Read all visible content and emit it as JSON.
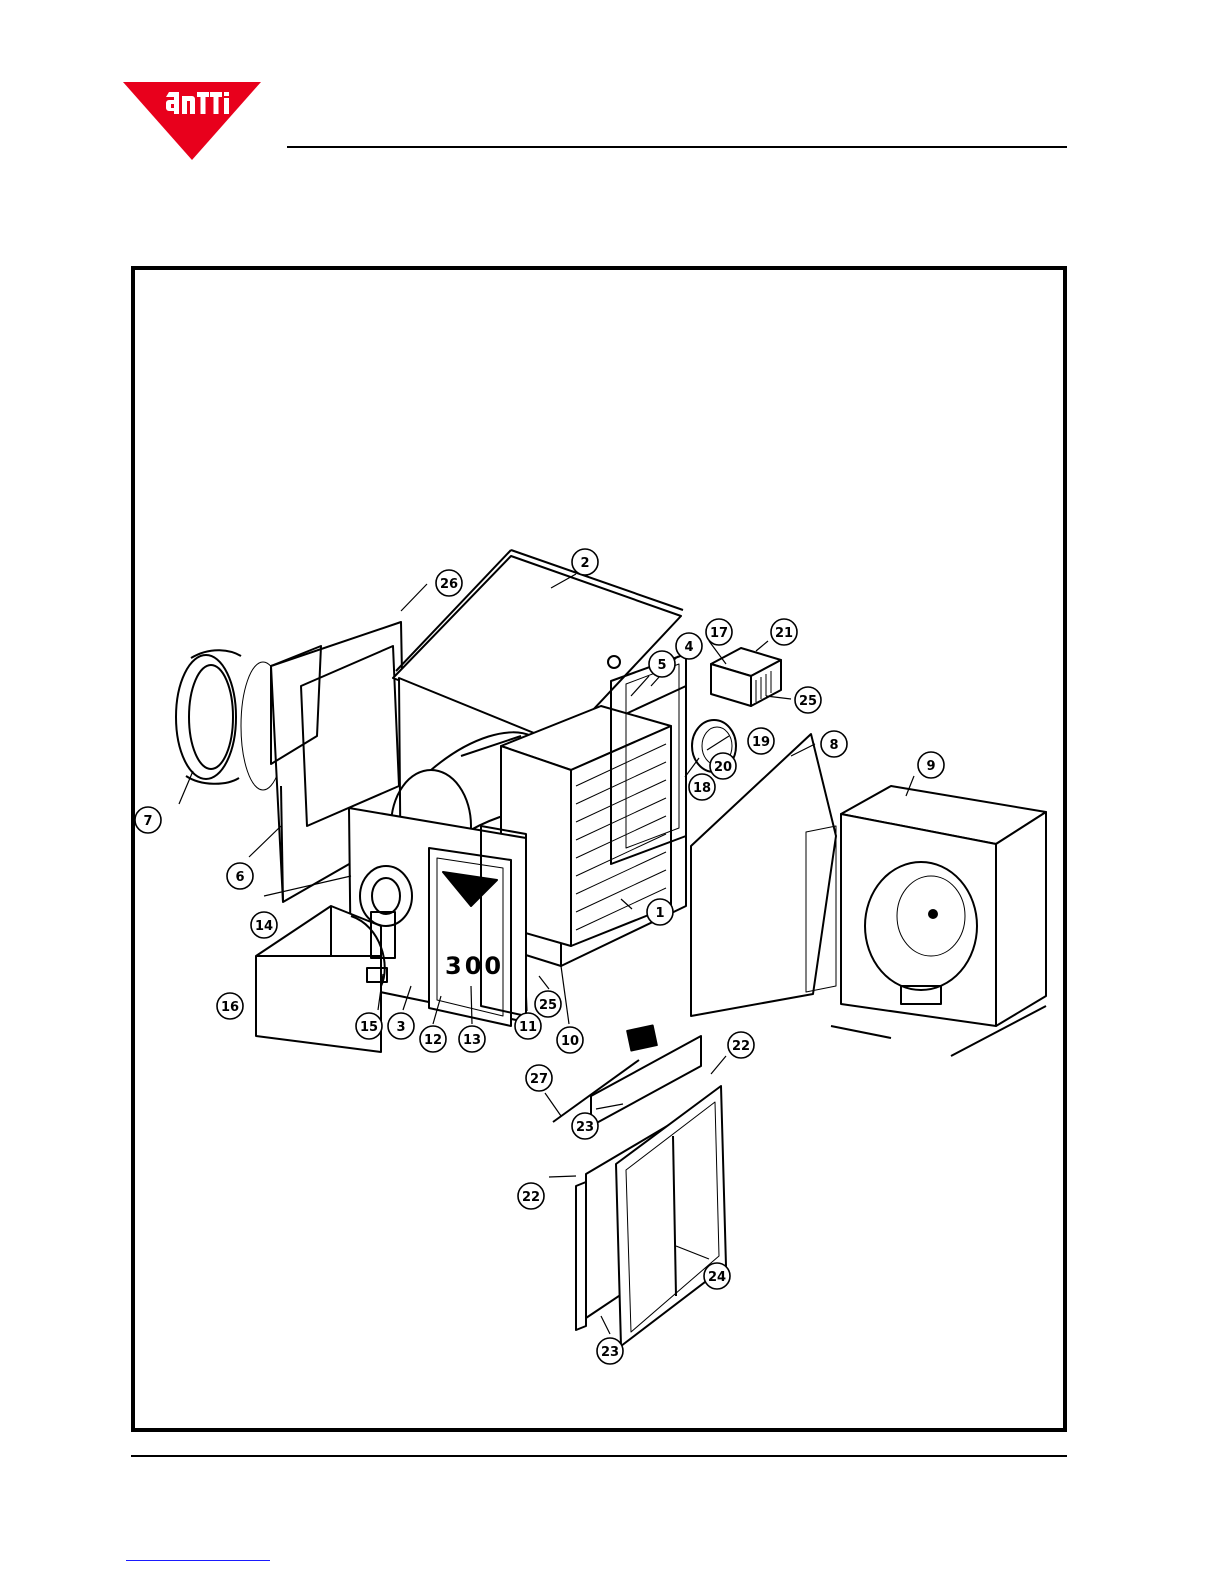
{
  "logo": {
    "text": "anTTi",
    "color": "#e8001c"
  },
  "diagram": {
    "panel_number": "300",
    "callouts": [
      {
        "id": "c1",
        "label": "1"
      },
      {
        "id": "c2",
        "label": "2"
      },
      {
        "id": "c3",
        "label": "3"
      },
      {
        "id": "c4",
        "label": "4"
      },
      {
        "id": "c5",
        "label": "5"
      },
      {
        "id": "c6",
        "label": "6"
      },
      {
        "id": "c7",
        "label": "7"
      },
      {
        "id": "c8",
        "label": "8"
      },
      {
        "id": "c9",
        "label": "9"
      },
      {
        "id": "c10",
        "label": "10"
      },
      {
        "id": "c11",
        "label": "11"
      },
      {
        "id": "c12",
        "label": "12"
      },
      {
        "id": "c13",
        "label": "13"
      },
      {
        "id": "c14",
        "label": "14"
      },
      {
        "id": "c15",
        "label": "15"
      },
      {
        "id": "c16",
        "label": "16"
      },
      {
        "id": "c17",
        "label": "17"
      },
      {
        "id": "c18",
        "label": "18"
      },
      {
        "id": "c19",
        "label": "19"
      },
      {
        "id": "c20",
        "label": "20"
      },
      {
        "id": "c21",
        "label": "21"
      },
      {
        "id": "c22a",
        "label": "22"
      },
      {
        "id": "c22b",
        "label": "22"
      },
      {
        "id": "c23a",
        "label": "23"
      },
      {
        "id": "c23b",
        "label": "23"
      },
      {
        "id": "c24",
        "label": "24"
      },
      {
        "id": "c25a",
        "label": "25"
      },
      {
        "id": "c25b",
        "label": "25"
      },
      {
        "id": "c26",
        "label": "26"
      },
      {
        "id": "c27",
        "label": "27"
      }
    ]
  }
}
